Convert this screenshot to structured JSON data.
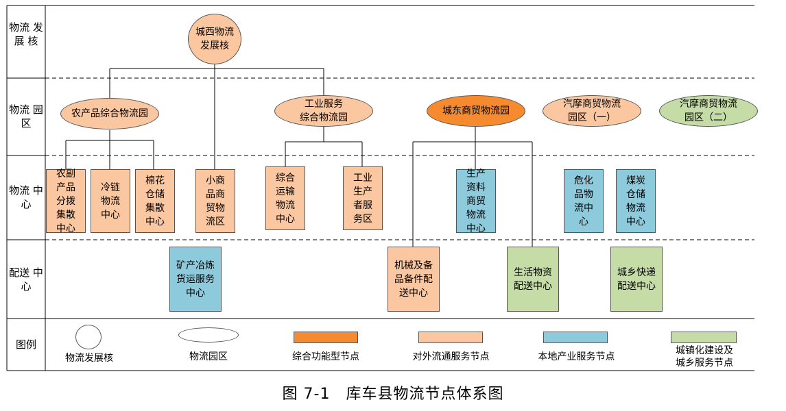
{
  "rows": {
    "core": "物流\n发展\n核",
    "park": "物流\n园区",
    "center": "物流\n中心",
    "dist": "配送\n中心",
    "legend": "图例"
  },
  "nodes": {
    "core": "城西物流\n发展核",
    "park_agri": "农产品综合物流园",
    "park_ind": "工业服务\n综合物流园",
    "park_east": "城东商贸物流园",
    "park_moto1": "汽摩商贸物流\n园区（一）",
    "park_moto2": "汽摩商贸物流\n园区（二）",
    "c_agri_dist": "农副\n产品\n分拨\n集散\n中心",
    "c_cold": "冷链\n物流\n中心",
    "c_cotton": "棉花\n仓储\n集散\n中心",
    "c_small": "小商\n品商\n贸物\n流区",
    "c_transport": "综合\n运输\n物流\n中心",
    "c_industry": "工业\n生产\n者服\n务区",
    "c_means": "生产\n资料\n商贸\n物流\n中心",
    "c_hazard": "危化\n品物\n流中\n心",
    "c_coal": "煤炭\n仓储\n物流\n中心",
    "d_mineral": "矿产冶炼\n货运服务\n中心",
    "d_machine": "机械及备\n品备件配\n送中心",
    "d_living": "生活物资\n配送中心",
    "d_express": "城乡快递\n配送中心"
  },
  "legend": {
    "core": "物流发展核",
    "park": "物流园区",
    "func": "综合功能型节点",
    "external": "对外流通服务节点",
    "local": "本地产业服务节点",
    "urban": "城镇化建设及\n城乡服务节点"
  },
  "caption": "图 7-1　库车县物流节点体系图",
  "colors": {
    "external": "#fbc7a0",
    "func": "#f58a2e",
    "local": "#8dcadc",
    "urban": "#c5dca7"
  }
}
